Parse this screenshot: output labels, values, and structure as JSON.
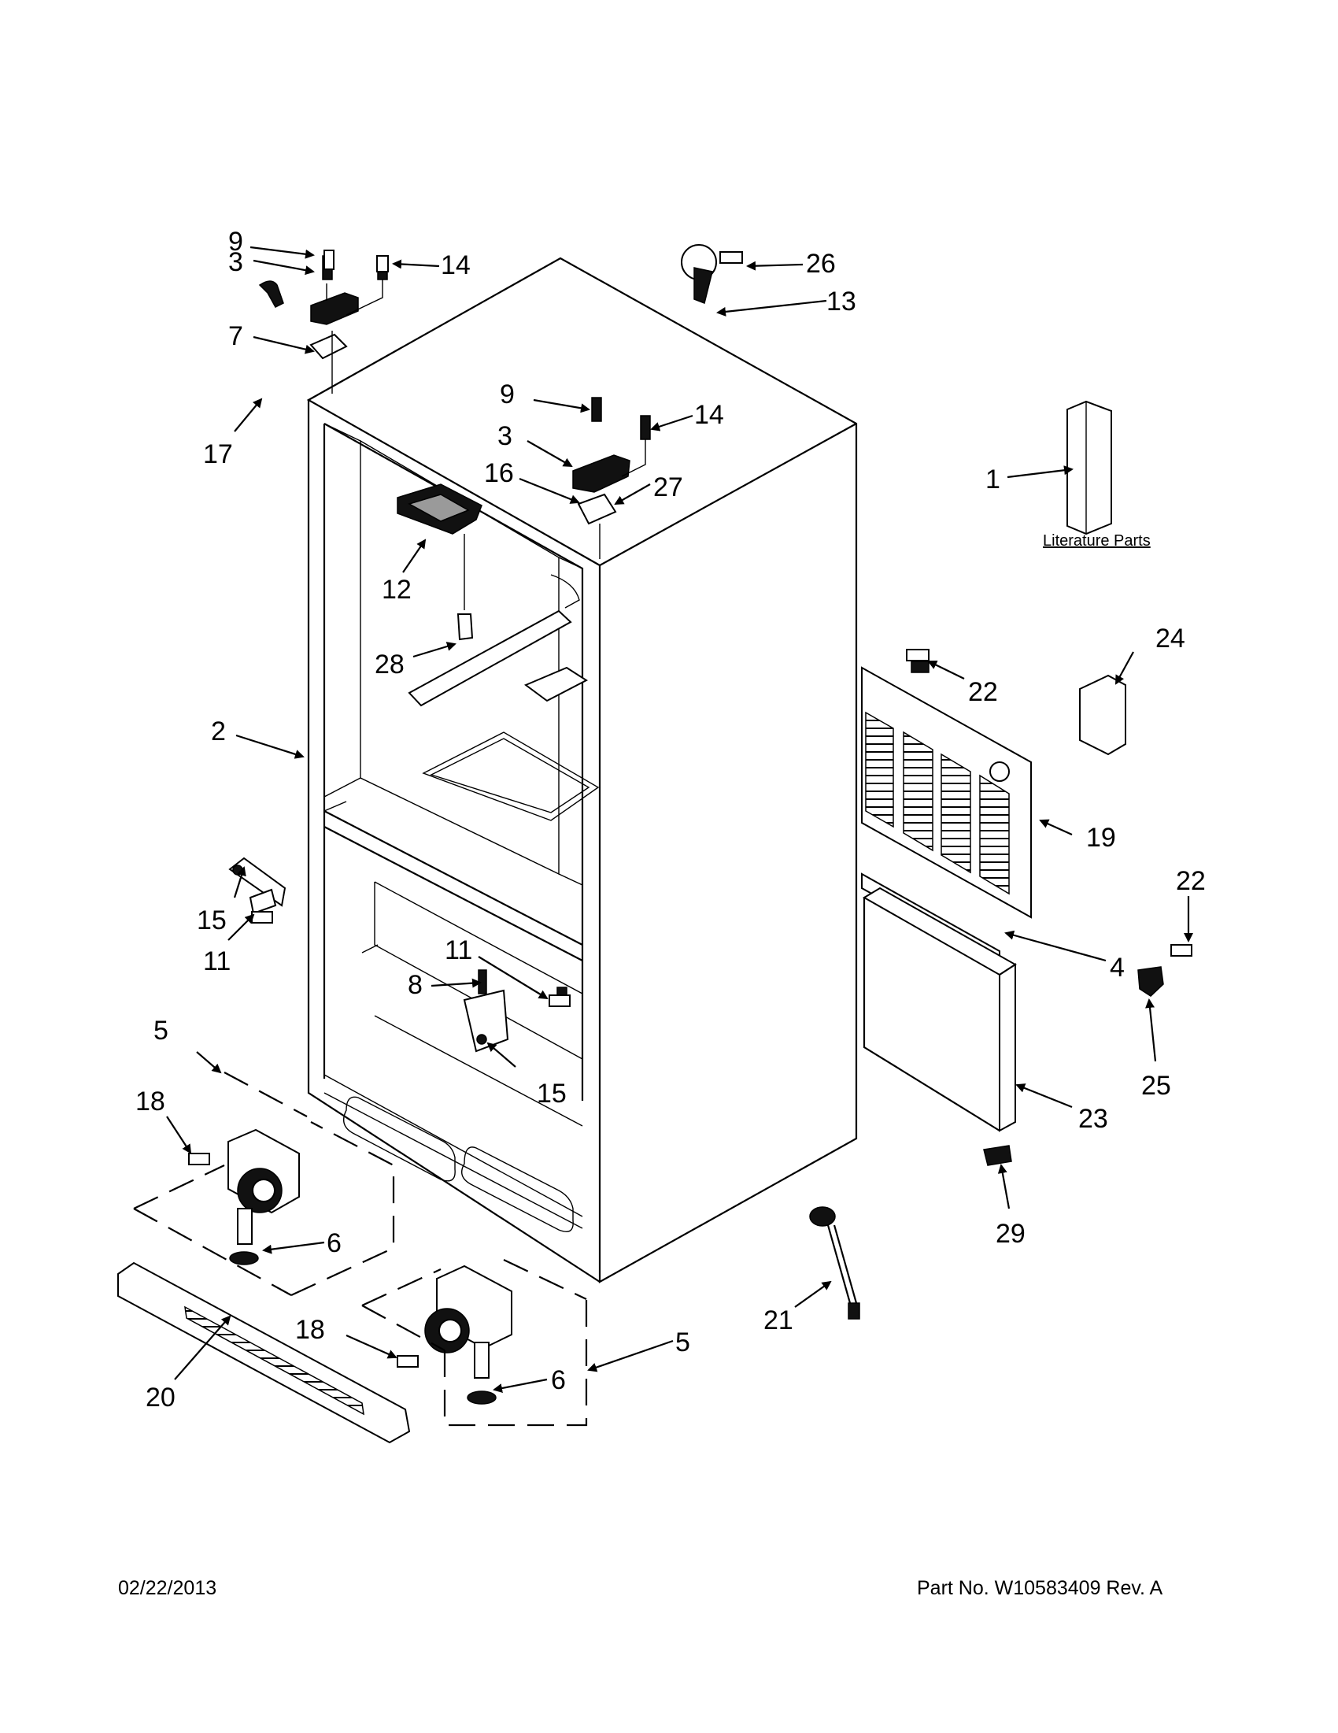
{
  "diagram": {
    "callouts": {
      "c1": "1",
      "c2": "2",
      "c3a": "3",
      "c3b": "3",
      "c4": "4",
      "c5a": "5",
      "c5b": "5",
      "c6a": "6",
      "c6b": "6",
      "c7": "7",
      "c8": "8",
      "c9a": "9",
      "c9b": "9",
      "c11a": "11",
      "c11b": "11",
      "c12": "12",
      "c13": "13",
      "c14a": "14",
      "c14b": "14",
      "c15a": "15",
      "c15b": "15",
      "c16": "16",
      "c17": "17",
      "c18a": "18",
      "c18b": "18",
      "c19": "19",
      "c20": "20",
      "c21": "21",
      "c22a": "22",
      "c22b": "22",
      "c23": "23",
      "c24": "24",
      "c25": "25",
      "c26": "26",
      "c27": "27",
      "c28": "28",
      "c29": "29"
    },
    "literature_label": "Literature Parts"
  },
  "footer": {
    "date": "02/22/2013",
    "part_number": "Part No.  W10583409  Rev.  A"
  }
}
